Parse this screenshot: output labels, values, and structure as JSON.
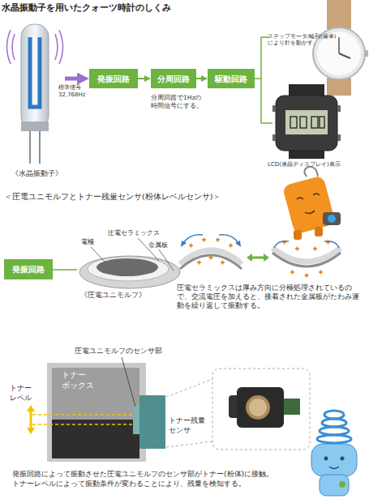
{
  "diagram": {
    "title": "水晶振動子を用いたクォーツ時計のしくみ",
    "nodes": [
      {
        "text": [
          "《水晶振動子》"
        ]
      },
      {
        "text": [
          "発振回路"
        ]
      },
      {
        "text": [
          "分周回路"
        ]
      },
      {
        "text": [
          "駆動回路"
        ]
      },
      {
        "text": [
          "発振回路"
        ]
      },
      {
        "text": [
          "《圧電ユニモルフ》"
        ]
      },
      {
        "text": [
          "トナー ボックス"
        ]
      },
      {
        "text": [
          "トナー残量 センサ"
        ]
      }
    ],
    "edges": [
      {
        "from": 0,
        "to": 1,
        "arrow": "to",
        "label": "標準信号 32,768Hz"
      },
      {
        "from": 1,
        "to": 2,
        "arrow": "to"
      },
      {
        "from": 2,
        "to": 3,
        "arrow": "to"
      },
      {
        "from": 4,
        "to": 5,
        "arrow": "none"
      }
    ],
    "labels": [
      "分周回路で1Hzの 時間信号にする。",
      "ステップモータ/輪列(歯車) により針を動かす。",
      "LCD(液晶ディスプレイ)表示",
      "＜圧電ユニモルフとトナー残量センサ(粉体レベルセンサ)＞",
      "電極",
      "圧電セラミックス",
      "金属板",
      "圧電セラミックスは厚み方向に分極処理されているので、交流電圧を加えると、接着された金属板がたわみ運動を繰り返して振動する。",
      "圧電ユニモルフのセンサ部",
      "トナー レベル",
      "発振回路によって振動させた圧電ユニモルフのセンサ部がトナー(粉体)に接触。トナーレベルによって振動条件が変わることにより、残量を検知する。"
    ]
  }
}
